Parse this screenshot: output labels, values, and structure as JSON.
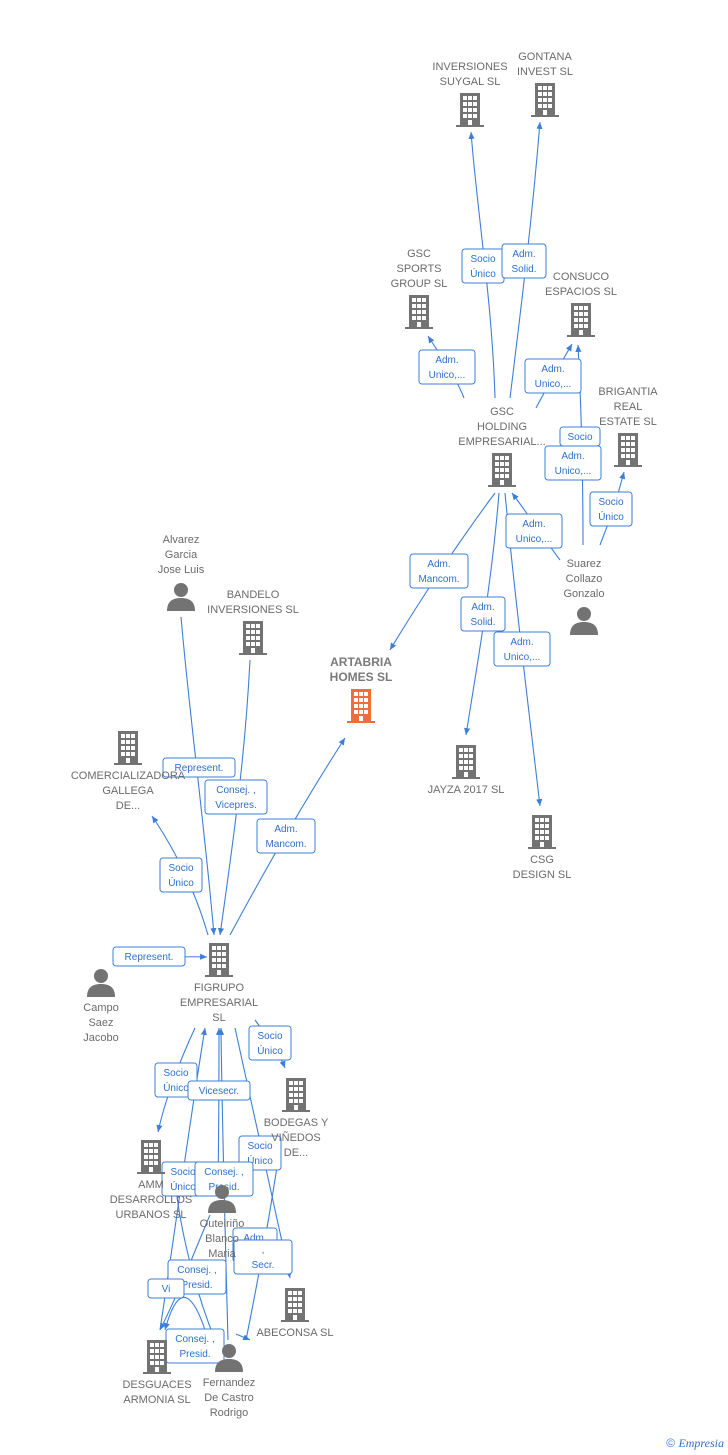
{
  "nodes": [
    {
      "id": "inv_suygal",
      "kind": "company",
      "label": [
        "INVERSIONES",
        "SUYGAL  SL"
      ]
    },
    {
      "id": "gontana",
      "kind": "company",
      "label": [
        "GONTANA",
        "INVEST  SL"
      ]
    },
    {
      "id": "gsc_sports",
      "kind": "company",
      "label": [
        "GSC",
        "SPORTS",
        "GROUP  SL"
      ]
    },
    {
      "id": "consuco",
      "kind": "company",
      "label": [
        "CONSUCO",
        "ESPACIOS  SL"
      ]
    },
    {
      "id": "brigantia",
      "kind": "company",
      "label": [
        "BRIGANTIA",
        "REAL",
        "ESTATE  SL"
      ]
    },
    {
      "id": "gsc_holding",
      "kind": "company",
      "label": [
        "GSC",
        "HOLDING",
        "EMPRESARIAL..."
      ]
    },
    {
      "id": "suarez",
      "kind": "person",
      "label": [
        "Suarez",
        "Collazo",
        "Gonzalo"
      ]
    },
    {
      "id": "artabria",
      "kind": "focus",
      "label": [
        "ARTABRIA",
        "HOMES  SL"
      ]
    },
    {
      "id": "jayza",
      "kind": "company",
      "label": [
        "JAYZA 2017  SL"
      ]
    },
    {
      "id": "csg",
      "kind": "company",
      "label": [
        "CSG",
        "DESIGN  SL"
      ]
    },
    {
      "id": "alvarez",
      "kind": "person",
      "label": [
        "Alvarez",
        "Garcia",
        "Jose Luis"
      ]
    },
    {
      "id": "bandelo",
      "kind": "company",
      "label": [
        "BANDELO",
        "INVERSIONES SL"
      ]
    },
    {
      "id": "comercializadora",
      "kind": "company",
      "label": [
        "COMERCIALIZADORA",
        "GALLEGA",
        "DE..."
      ]
    },
    {
      "id": "figrupo",
      "kind": "company",
      "label": [
        "FIGRUPO",
        "EMPRESARIAL",
        "SL"
      ]
    },
    {
      "id": "campo",
      "kind": "person",
      "label": [
        "Campo",
        "Saez",
        "Jacobo"
      ]
    },
    {
      "id": "bodegas",
      "kind": "company",
      "label": [
        "BODEGAS Y",
        "VIÑEDOS",
        "DE..."
      ]
    },
    {
      "id": "amm",
      "kind": "company",
      "label": [
        "AMM",
        "DESARROLLOS",
        "URBANOS  SL"
      ]
    },
    {
      "id": "outeirino",
      "kind": "person",
      "label": [
        "Outeiriño",
        "Blanco",
        "Maria"
      ]
    },
    {
      "id": "abeconsa",
      "kind": "company",
      "label": [
        "ABECONSA SL"
      ]
    },
    {
      "id": "desguaces",
      "kind": "company",
      "label": [
        "DESGUACES",
        "ARMONIA  SL"
      ]
    },
    {
      "id": "fernandez",
      "kind": "person",
      "label": [
        "Fernandez",
        "De Castro",
        "Rodrigo"
      ]
    }
  ],
  "edge_labels": [
    {
      "id": "e_socio_unico_suygal",
      "lines": [
        "Socio",
        "Único"
      ]
    },
    {
      "id": "e_adm_solid_gontana",
      "lines": [
        "Adm.",
        "Solid."
      ]
    },
    {
      "id": "e_adm_unico_gsc_sports",
      "lines": [
        "Adm.",
        "Unico,..."
      ]
    },
    {
      "id": "e_adm_unico_consuco",
      "lines": [
        "Adm.",
        "Unico,..."
      ]
    },
    {
      "id": "e_socio_consuco",
      "lines": [
        "Socio"
      ]
    },
    {
      "id": "e_adm_unico_consuco2",
      "lines": [
        "Adm.",
        "Unico,..."
      ]
    },
    {
      "id": "e_socio_unico_brigantia",
      "lines": [
        "Socio",
        "Único"
      ]
    },
    {
      "id": "e_adm_unico_suarez",
      "lines": [
        "Adm.",
        "Unico,..."
      ]
    },
    {
      "id": "e_adm_mancom_artabria1",
      "lines": [
        "Adm.",
        "Mancom."
      ]
    },
    {
      "id": "e_adm_solid_jayza",
      "lines": [
        "Adm.",
        "Solid."
      ]
    },
    {
      "id": "e_adm_unico_csg",
      "lines": [
        "Adm.",
        "Unico,..."
      ]
    },
    {
      "id": "e_represent_alvarez",
      "lines": [
        "Represent."
      ]
    },
    {
      "id": "e_consej_vicepres",
      "lines": [
        "Consej. ,",
        "Vicepres."
      ]
    },
    {
      "id": "e_adm_mancom_artabria2",
      "lines": [
        "Adm.",
        "Mancom."
      ]
    },
    {
      "id": "e_socio_unico_comerc",
      "lines": [
        "Socio",
        "Único"
      ]
    },
    {
      "id": "e_represent_campo",
      "lines": [
        "Represent."
      ]
    },
    {
      "id": "e_socio_unico_bodegas",
      "lines": [
        "Socio",
        "Único"
      ]
    },
    {
      "id": "e_socio_unico_amm",
      "lines": [
        "Socio",
        "Único"
      ]
    },
    {
      "id": "e_vicesecr",
      "lines": [
        "Vicesecr."
      ]
    },
    {
      "id": "e_socio_unico_bodegas2",
      "lines": [
        "Socio",
        "Único"
      ]
    },
    {
      "id": "e_socio_unico_out",
      "lines": [
        "Socio",
        "Único"
      ]
    },
    {
      "id": "e_consej_presid1",
      "lines": [
        "Consej. ,",
        "Presid."
      ]
    },
    {
      "id": "e_adm_solid_out",
      "lines": [
        "Adm.",
        "Solid."
      ]
    },
    {
      "id": "e_secr",
      "lines": [
        ",",
        "Secr."
      ]
    },
    {
      "id": "e_consej_presid2",
      "lines": [
        "Consej. ,",
        "Presid."
      ]
    },
    {
      "id": "e_vi",
      "lines": [
        "Vi"
      ]
    },
    {
      "id": "e_consej_presid3",
      "lines": [
        "Consej. ,",
        "Presid."
      ]
    }
  ],
  "colors": {
    "company": "#737373",
    "focus": "#f26b3a",
    "person": "#737373",
    "edge": "#3d7fd8"
  },
  "icons": {
    "company": "building-icon",
    "person": "person-icon"
  },
  "footer": {
    "copyright": "©",
    "brand": "Empresia"
  }
}
